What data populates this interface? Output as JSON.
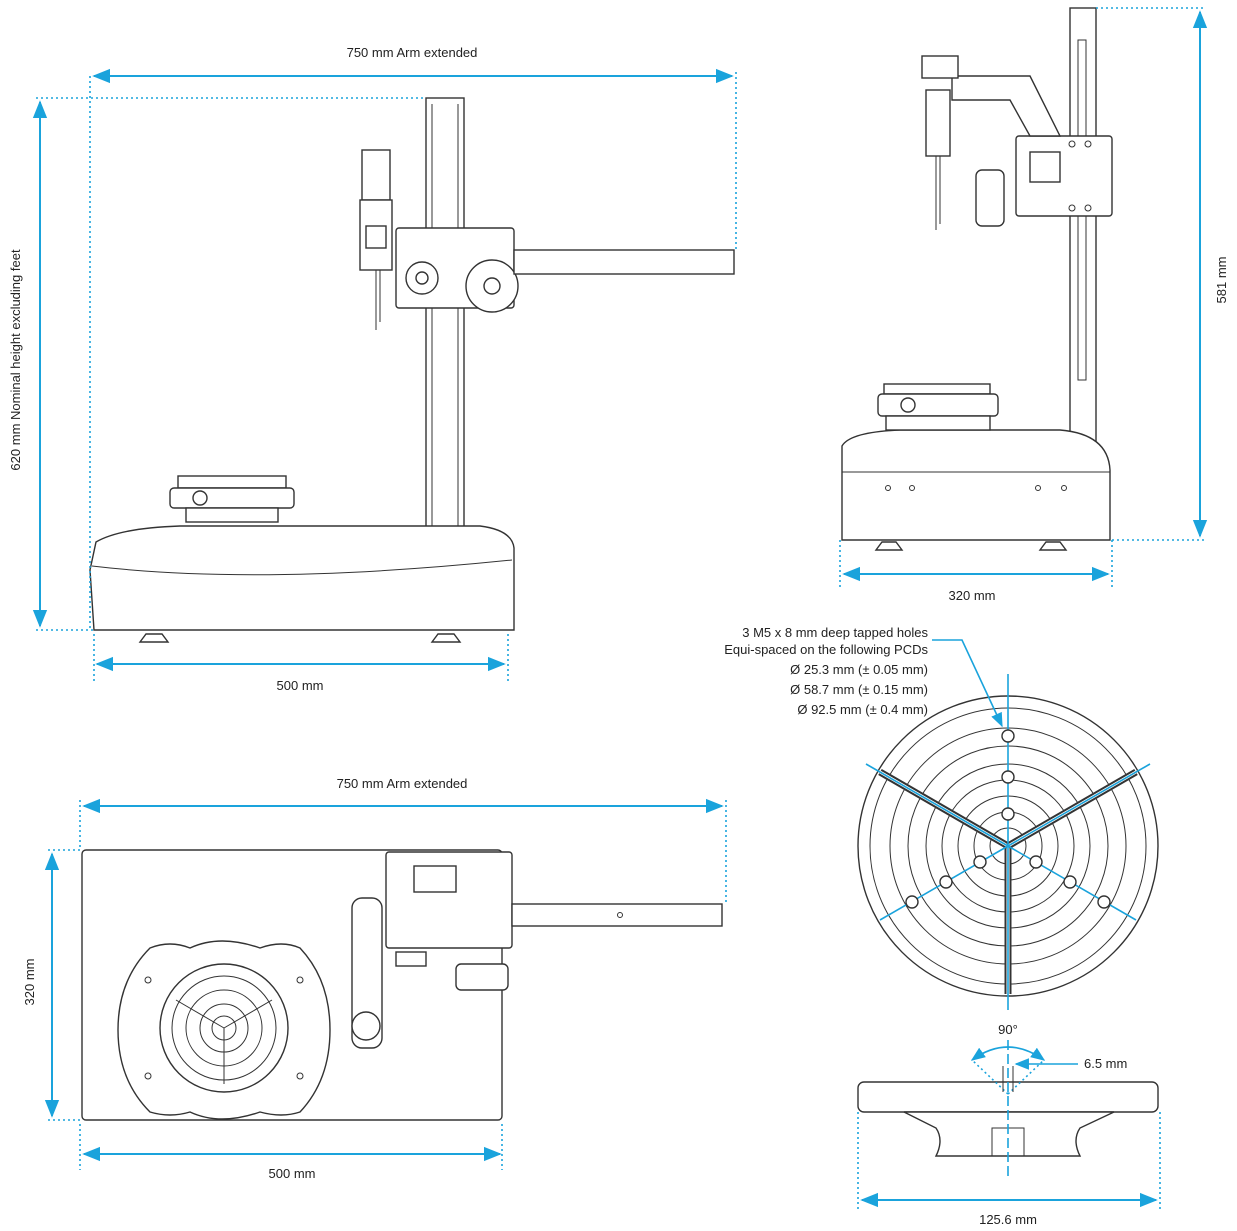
{
  "side_view": {
    "arm_width_label": "750 mm Arm extended",
    "height_label": "620 mm Nominal height excluding feet",
    "base_width_label": "500 mm"
  },
  "front_view": {
    "height_label": "581 mm",
    "width_label": "320 mm"
  },
  "top_view": {
    "arm_width_label": "750 mm Arm extended",
    "depth_label": "320 mm",
    "width_label": "500 mm"
  },
  "table_detail": {
    "note_lines": [
      "3 M5 x 8 mm deep tapped holes",
      "Equi-spaced on the following PCDs",
      "Ø 25.3 mm (± 0.05 mm)",
      "Ø 58.7 mm (± 0.15 mm)",
      "Ø 92.5 mm (± 0.4 mm)"
    ],
    "angle_label": "90°",
    "slot_width_label": "6.5 mm",
    "diameter_label": "125.6 mm"
  },
  "colors": {
    "dimension": "#1aa3dc",
    "outline": "#333333"
  }
}
